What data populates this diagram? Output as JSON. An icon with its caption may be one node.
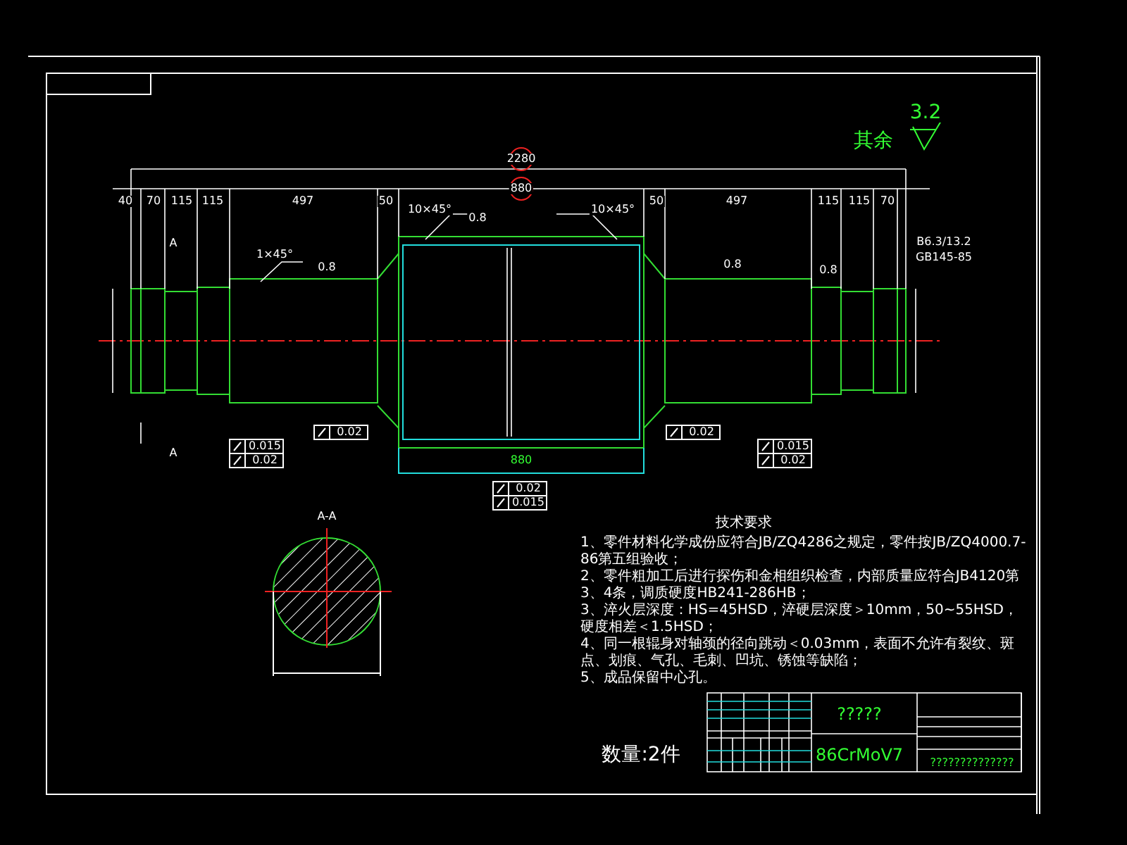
{
  "diagram": {
    "labels": [
      "其余",
      "3.2",
      "2280",
      "880",
      "40",
      "70",
      "115",
      "115",
      "497",
      "50",
      "10×45°",
      "10×45°",
      "50",
      "497",
      "115",
      "115",
      "70",
      "A",
      "1×45°",
      "B6.3/13.2",
      "GB145-85",
      "0.8",
      "0.8",
      "0.8",
      "0.8",
      "0.02",
      "0.02",
      "0.015",
      "0.02",
      "880",
      "0.015",
      "0.02",
      "0.02",
      "0.015",
      "A",
      "A-A",
      "技术要求",
      "1、零件材料化学成份应符合JB/ZQ4286之规定，零件按JB/ZQ4000.7-86第五组验收；",
      "2、零件粗加工后进行探伤和金相组织检查，内部质量应符合JB4120第3、4条，调质硬度HB241-286HB；",
      "3、淬火层深度：HS=45HSD，淬硬层深度＞10mm，50~55HSD，硬度相差＜1.5HSD；",
      "4、同一根辊身对轴颈的径向跳动＜0.03mm，表面不允许有裂纹、斑点、划痕、气孔、毛刺、凹坑、锈蚀等缺陷；",
      "5、成品保留中心孔。",
      "数量:2件",
      "?????",
      "86CrMoV7",
      "??????????????"
    ]
  }
}
